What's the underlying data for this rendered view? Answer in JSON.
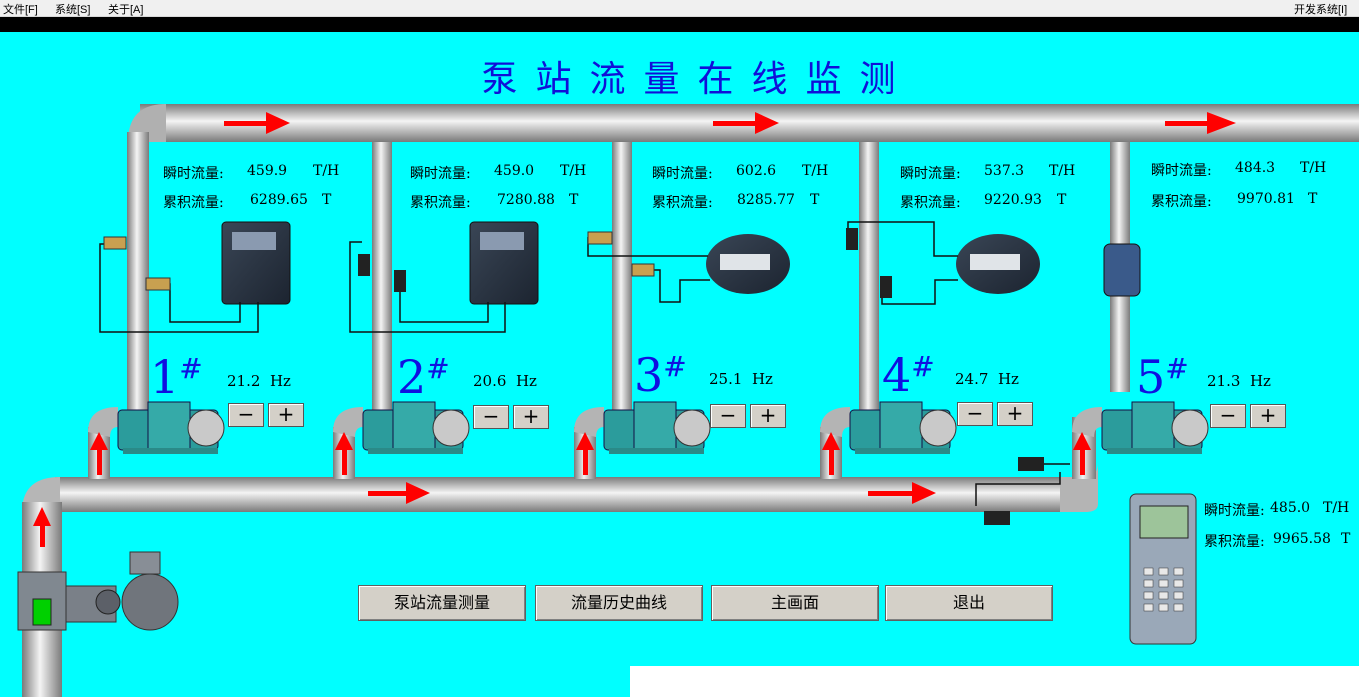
{
  "menu": {
    "file": "文件[F]",
    "system": "系统[S]",
    "about": "关于[A]",
    "dev": "开发系统[I]"
  },
  "title": "泵站流量在线监测",
  "stations": [
    {
      "num": "1",
      "sup": "#",
      "inst_label": "瞬时流量:",
      "inst_value": "459.9",
      "inst_unit": "T/H",
      "cum_label": "累积流量:",
      "cum_value": "6289.65",
      "cum_unit": "T",
      "freq": "21.2",
      "freq_unit": "Hz"
    },
    {
      "num": "2",
      "sup": "#",
      "inst_label": "瞬时流量:",
      "inst_value": "459.0",
      "inst_unit": "T/H",
      "cum_label": "累积流量:",
      "cum_value": "7280.88",
      "cum_unit": "T",
      "freq": "20.6",
      "freq_unit": "Hz"
    },
    {
      "num": "3",
      "sup": "#",
      "inst_label": "瞬时流量:",
      "inst_value": "602.6",
      "inst_unit": "T/H",
      "cum_label": "累积流量:",
      "cum_value": "8285.77",
      "cum_unit": "T",
      "freq": "25.1",
      "freq_unit": "Hz"
    },
    {
      "num": "4",
      "sup": "#",
      "inst_label": "瞬时流量:",
      "inst_value": "537.3",
      "inst_unit": "T/H",
      "cum_label": "累积流量:",
      "cum_value": "9220.93",
      "cum_unit": "T",
      "freq": "24.7",
      "freq_unit": "Hz"
    },
    {
      "num": "5",
      "sup": "#",
      "inst_label": "瞬时流量:",
      "inst_value": "484.3",
      "inst_unit": "T/H",
      "cum_label": "累积流量:",
      "cum_value": "9970.81",
      "cum_unit": "T",
      "freq": "21.3",
      "freq_unit": "Hz"
    }
  ],
  "total": {
    "inst_label": "瞬时流量:",
    "inst_value": "485.0",
    "inst_unit": "T/H",
    "cum_label": "累积流量:",
    "cum_value": "9965.58",
    "cum_unit": "T"
  },
  "controls": {
    "minus": "−",
    "plus": "+"
  },
  "buttons": {
    "measure": "泵站流量测量",
    "history": "流量历史曲线",
    "main": "主画面",
    "exit": "退出"
  },
  "colors": {
    "background": "#00ffff",
    "title": "#1010d8",
    "arrow": "#ff0000",
    "pipe": "#c8c8c8",
    "pump": "#1a9a9a"
  }
}
